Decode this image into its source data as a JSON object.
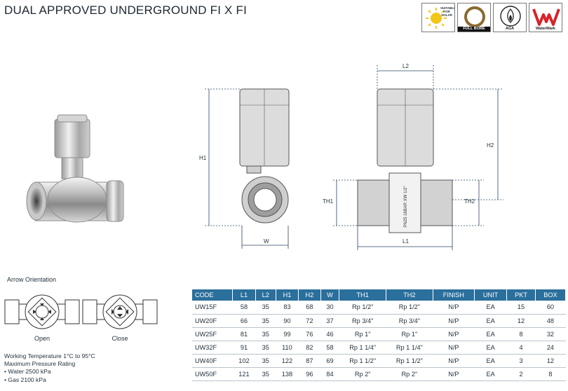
{
  "title": "DUAL APPROVED UNDERGROUND FI X FI",
  "badges": [
    {
      "name": "solar",
      "text": "SUITABLE FOR SOLAR"
    },
    {
      "name": "full-bore",
      "text": "FULL BORE"
    },
    {
      "name": "aga",
      "text": "AGA"
    },
    {
      "name": "watermark",
      "text": "WaterMark"
    }
  ],
  "diagram_labels": {
    "h1": "H1",
    "w": "W",
    "l2": "L2",
    "h2": "H2",
    "th1": "TH1",
    "th2": "TH2",
    "l1": "L1",
    "body_marking": "PN25 16BAR XW 1/2\""
  },
  "arrow_orientation": {
    "title": "Arrow Orientation",
    "open_label": "Open",
    "close_label": "Close"
  },
  "specs": {
    "line1": "Working Temperature  1°C to 95°C",
    "line2": "Maximum Pressure Rating",
    "line3": "• Water 2500 kPa",
    "line4": "• Gas 2100 kPa"
  },
  "table": {
    "headers": [
      "CODE",
      "L1",
      "L2",
      "H1",
      "H2",
      "W",
      "TH1",
      "TH2",
      "FINISH",
      "UNIT",
      "PKT",
      "BOX"
    ],
    "rows": [
      [
        "UW15F",
        "58",
        "35",
        "83",
        "68",
        "30",
        "Rp 1/2\"",
        "Rp 1/2\"",
        "N/P",
        "EA",
        "15",
        "60"
      ],
      [
        "UW20F",
        "66",
        "35",
        "90",
        "72",
        "37",
        "Rp 3/4\"",
        "Rp 3/4\"",
        "N/P",
        "EA",
        "12",
        "48"
      ],
      [
        "UW25F",
        "81",
        "35",
        "99",
        "76",
        "46",
        "Rp 1\"",
        "Rp 1\"",
        "N/P",
        "EA",
        "8",
        "32"
      ],
      [
        "UW32F",
        "91",
        "35",
        "110",
        "82",
        "58",
        "Rp 1 1/4\"",
        "Rp 1 1/4\"",
        "N/P",
        "EA",
        "4",
        "24"
      ],
      [
        "UW40F",
        "102",
        "35",
        "122",
        "87",
        "69",
        "Rp 1 1/2\"",
        "Rp 1 1/2\"",
        "N/P",
        "EA",
        "3",
        "12"
      ],
      [
        "UW50F",
        "121",
        "35",
        "138",
        "96",
        "84",
        "Rp 2\"",
        "Rp 2\"",
        "N/P",
        "EA",
        "2",
        "8"
      ]
    ]
  }
}
